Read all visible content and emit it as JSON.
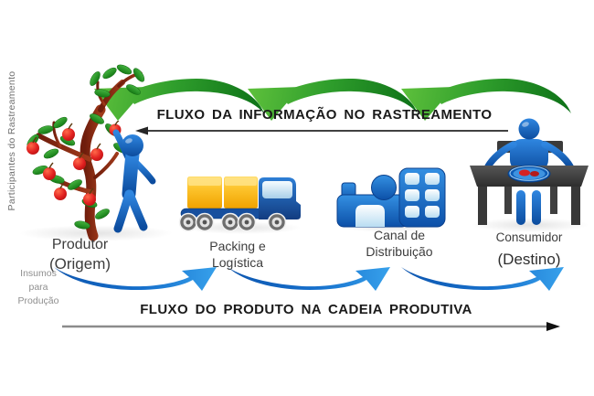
{
  "diagram": {
    "info_flow": {
      "label": "FLUXO DA INFORMAÇÃO NO RASTREAMENTO"
    },
    "product_flow": {
      "label": "FLUXO DO PRODUTO NA CADEIA PRODUTIVA"
    },
    "side_label": "Participantes do Rastreamento",
    "inputs": {
      "line1": "Insumos",
      "line2": "para",
      "line3": "Produção"
    },
    "nodes": {
      "produtor": {
        "label": "Produtor",
        "sublabel": "(Origem)"
      },
      "packing": {
        "label": "Packing e",
        "sublabel": "Logística"
      },
      "canal": {
        "label": "Canal de",
        "sublabel": "Distribuição"
      },
      "consumidor": {
        "label": "Consumidor",
        "sublabel": "(Destino)"
      }
    },
    "icons": {
      "produtor": "apple-tree-icon / farmer-person-icon",
      "packing": "truck-icon",
      "canal": "factory-icon",
      "consumidor": "person-at-table-icon",
      "info_flow": "green-arc-arrows-icon",
      "product_flow": "blue-swoosh-arrows-icon"
    },
    "colors": {
      "info_arrow_green_light": "#5fc13c",
      "info_arrow_green_dark": "#0b6e16",
      "product_arrow_blue_dark": "#0d55ae",
      "product_arrow_blue_light": "#38a2ec",
      "icon_blue": "#1565c0",
      "cargo_yellow": "#f7b500",
      "apple_red": "#d61c1c",
      "trunk_brown": "#7d2310",
      "leaf_green": "#2b9a2b",
      "table_gray": "#3a3a3a",
      "flow_text": "#1a1a1a",
      "side_text_gray": "#8f8f8f"
    }
  }
}
